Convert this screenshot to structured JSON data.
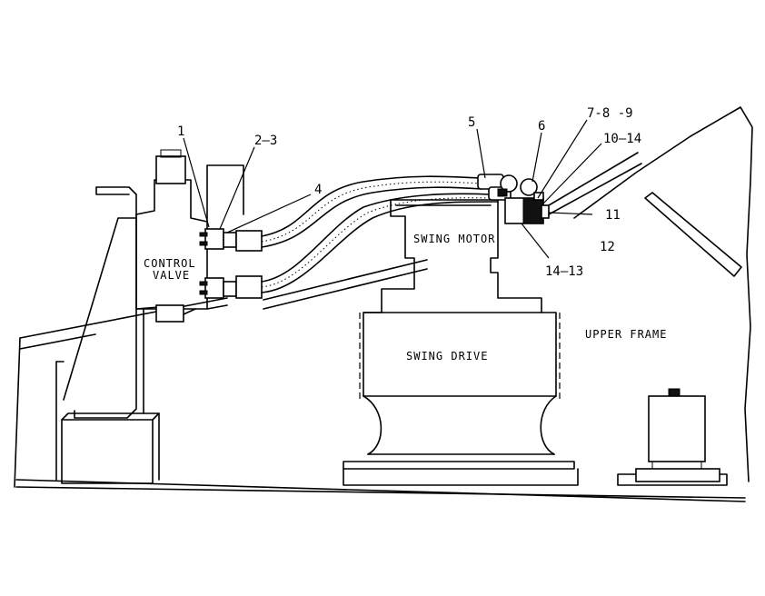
{
  "labels": {
    "control_valve_line1": "CONTROL",
    "control_valve_line2": "VALVE",
    "swing_motor": "SWING MOTOR",
    "swing_drive": "SWING DRIVE",
    "upper_frame": "UPPER FRAME"
  },
  "callouts": {
    "c1": "1",
    "c2_3": "2–3",
    "c4": "4",
    "c5": "5",
    "c6": "6",
    "c7_8_9": "7-8 -9",
    "c10_14": "10–14",
    "c11": "11",
    "c12": "12",
    "c14_13": "14–13"
  }
}
